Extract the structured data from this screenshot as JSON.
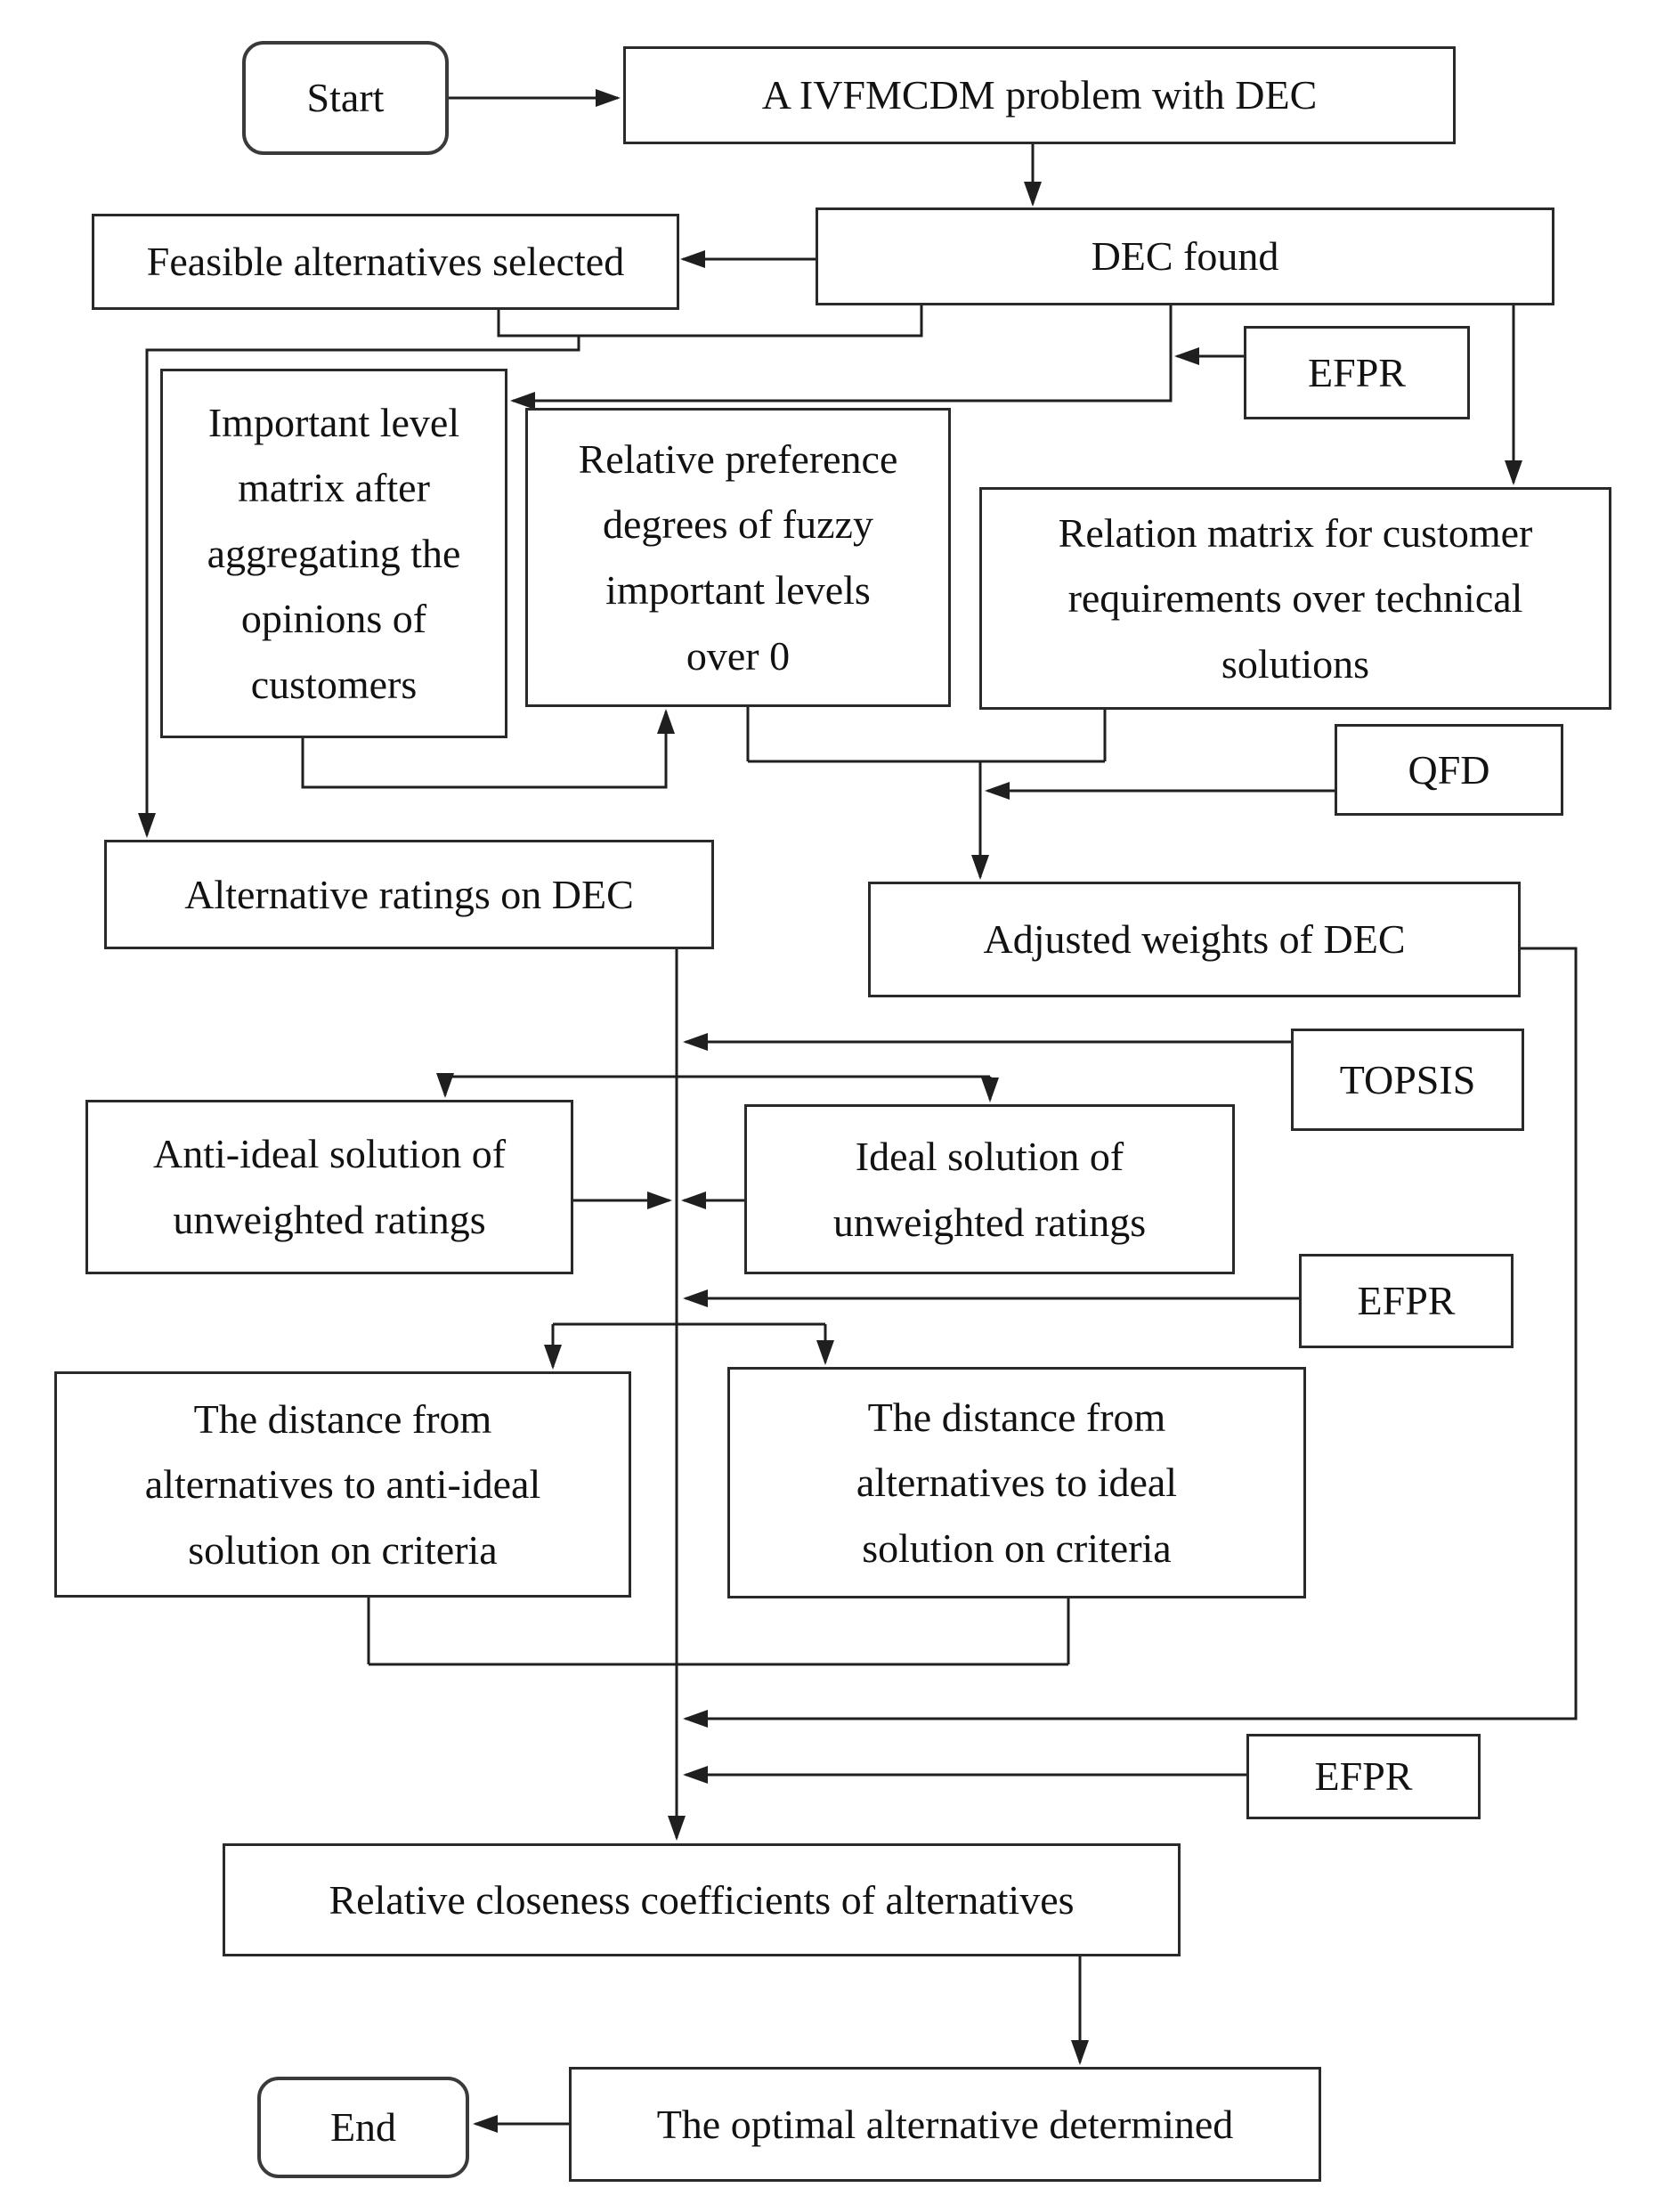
{
  "diagram": {
    "type": "flowchart",
    "background_color": "#ffffff",
    "line_color": "#1f1f1f",
    "text_color": "#121212",
    "nodes": {
      "start": {
        "label": "Start",
        "shape": "rounded"
      },
      "problem": {
        "label": "A IVFMCDM problem with DEC",
        "shape": "rect"
      },
      "dec_found": {
        "label": "DEC found",
        "shape": "rect"
      },
      "feasible": {
        "label": "Feasible alternatives selected",
        "shape": "rect"
      },
      "efpr1": {
        "label": "EFPR",
        "shape": "rect"
      },
      "important_level": {
        "label": "Important level\nmatrix after\naggregating the\nopinions of\ncustomers",
        "shape": "rect"
      },
      "relative_preference": {
        "label": "Relative preference\ndegrees of fuzzy\nimportant levels\nover 0",
        "shape": "rect"
      },
      "relation_matrix": {
        "label": "Relation matrix for customer\nrequirements over technical\nsolutions",
        "shape": "rect"
      },
      "qfd": {
        "label": "QFD",
        "shape": "rect"
      },
      "alt_ratings": {
        "label": "Alternative ratings on DEC",
        "shape": "rect"
      },
      "adj_weights": {
        "label": "Adjusted weights of DEC",
        "shape": "rect"
      },
      "topsis": {
        "label": "TOPSIS",
        "shape": "rect"
      },
      "anti_ideal": {
        "label": "Anti-ideal solution of\nunweighted ratings",
        "shape": "rect"
      },
      "ideal": {
        "label": "Ideal solution of\nunweighted ratings",
        "shape": "rect"
      },
      "efpr2": {
        "label": "EFPR",
        "shape": "rect"
      },
      "dist_anti_ideal": {
        "label": "The distance from\nalternatives to anti-ideal\nsolution on criteria",
        "shape": "rect"
      },
      "dist_ideal": {
        "label": "The distance from\nalternatives to ideal\nsolution on criteria",
        "shape": "rect"
      },
      "efpr3": {
        "label": "EFPR",
        "shape": "rect"
      },
      "closeness": {
        "label": "Relative closeness coefficients of alternatives",
        "shape": "rect"
      },
      "optimal": {
        "label": "The optimal alternative determined",
        "shape": "rect"
      },
      "end": {
        "label": "End",
        "shape": "rounded"
      }
    },
    "edges": [
      {
        "from": "start",
        "to": "problem"
      },
      {
        "from": "problem",
        "to": "dec_found"
      },
      {
        "from": "dec_found",
        "to": "feasible"
      },
      {
        "from": "dec_found",
        "to": "important_level"
      },
      {
        "from": "efpr1",
        "to": "important_level"
      },
      {
        "from": "dec_found",
        "to": "relation_matrix"
      },
      {
        "from": "feasible",
        "to": "alt_ratings"
      },
      {
        "from": "dec_found",
        "to": "alt_ratings"
      },
      {
        "from": "important_level",
        "to": "relative_preference"
      },
      {
        "from": "relative_preference",
        "to": "adj_weights"
      },
      {
        "from": "relation_matrix",
        "to": "adj_weights"
      },
      {
        "from": "qfd",
        "to": "adj_weights"
      },
      {
        "from": "alt_ratings",
        "to": "anti_ideal"
      },
      {
        "from": "alt_ratings",
        "to": "ideal"
      },
      {
        "from": "topsis",
        "to": "alt_ratings"
      },
      {
        "from": "anti_ideal",
        "to": "dist_anti_ideal"
      },
      {
        "from": "ideal",
        "to": "dist_ideal"
      },
      {
        "from": "efpr2",
        "to": "dist_anti_ideal"
      },
      {
        "from": "efpr2",
        "to": "dist_ideal"
      },
      {
        "from": "dist_anti_ideal",
        "to": "closeness"
      },
      {
        "from": "dist_ideal",
        "to": "closeness"
      },
      {
        "from": "adj_weights",
        "to": "closeness"
      },
      {
        "from": "efpr3",
        "to": "closeness"
      },
      {
        "from": "closeness",
        "to": "optimal"
      },
      {
        "from": "optimal",
        "to": "end"
      }
    ]
  }
}
